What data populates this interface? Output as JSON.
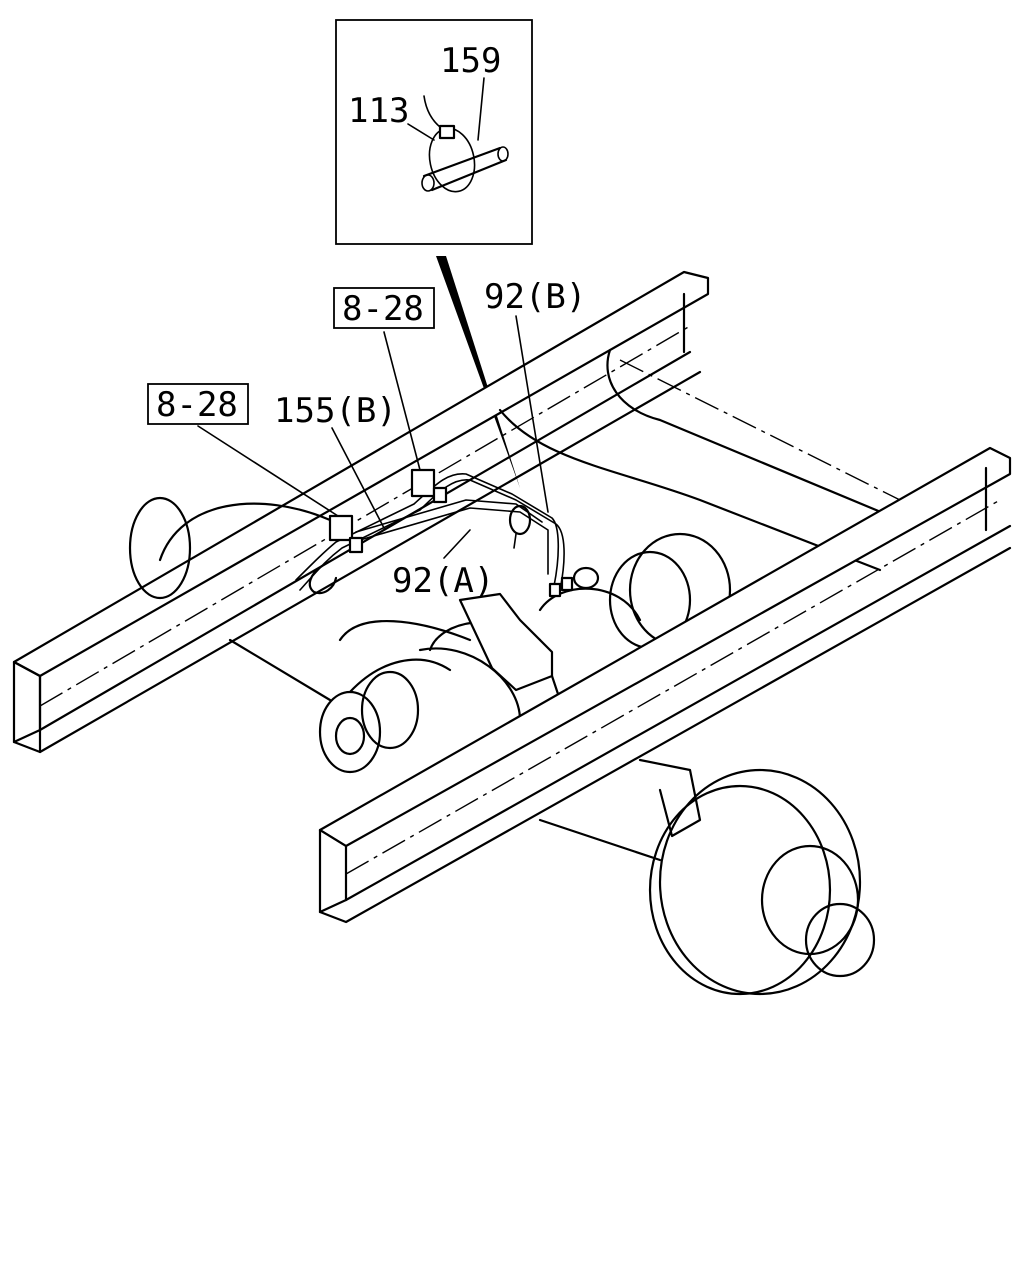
{
  "callouts": {
    "part_113": "113",
    "part_159": "159",
    "part_92b": "92(B)",
    "ref_8_28_upper": "8-28",
    "ref_8_28_left": "8-28",
    "part_155b": "155(B)",
    "part_92a": "92(A)"
  }
}
